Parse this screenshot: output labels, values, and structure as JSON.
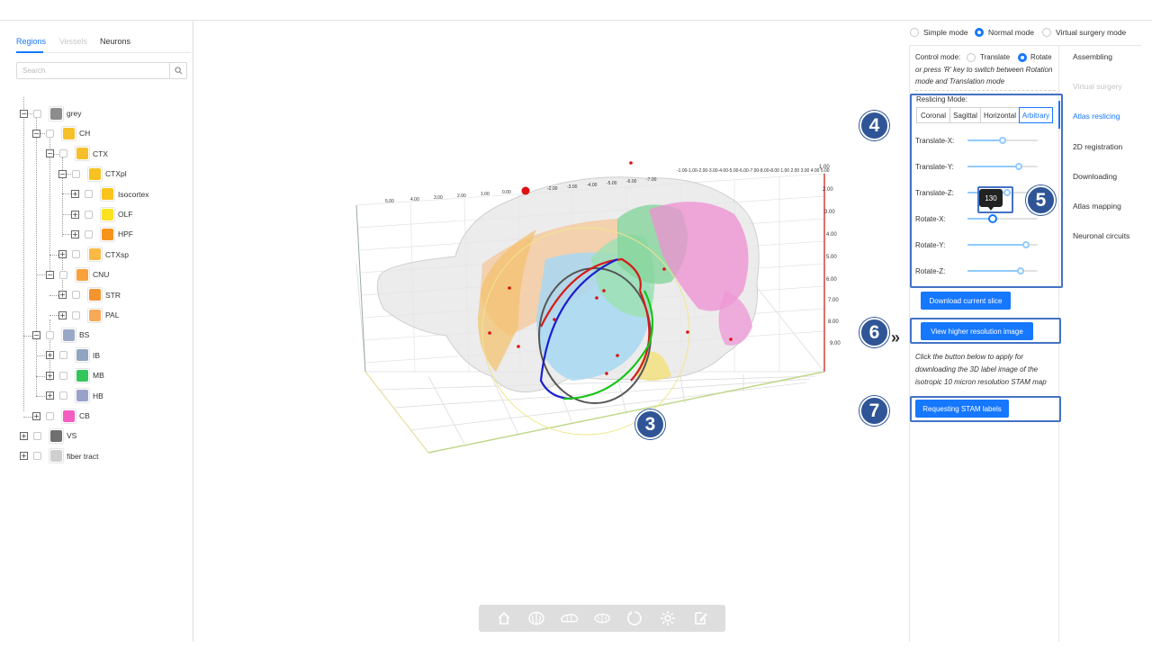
{
  "tabs": [
    {
      "label": "Regions",
      "state": "active"
    },
    {
      "label": "Vessels",
      "state": "disabled"
    },
    {
      "label": "Neurons",
      "state": "normal"
    }
  ],
  "search": {
    "placeholder": "Search"
  },
  "tree": [
    {
      "label": "grey",
      "color": "#8c8c8c",
      "expander": "minus"
    },
    {
      "label": "CH",
      "color": "#f5c02a",
      "expander": "minus"
    },
    {
      "label": "CTX",
      "color": "#f5c02a",
      "expander": "minus"
    },
    {
      "label": "CTXpl",
      "color": "#f7c121",
      "expander": "minus"
    },
    {
      "label": "Isocortex",
      "color": "#f9c31c",
      "expander": "plus"
    },
    {
      "label": "OLF",
      "color": "#fbe120",
      "expander": "plus"
    },
    {
      "label": "HPF",
      "color": "#f7931a",
      "expander": "plus"
    },
    {
      "label": "CTXsp",
      "color": "#f9b945",
      "expander": "plus"
    },
    {
      "label": "CNU",
      "color": "#f7a23b",
      "expander": "minus"
    },
    {
      "label": "STR",
      "color": "#f6942f",
      "expander": "plus"
    },
    {
      "label": "PAL",
      "color": "#f8a957",
      "expander": "plus"
    },
    {
      "label": "BS",
      "color": "#99a8c6",
      "expander": "minus"
    },
    {
      "label": "IB",
      "color": "#93a4c1",
      "expander": "plus"
    },
    {
      "label": "MB",
      "color": "#33c65a",
      "expander": "plus"
    },
    {
      "label": "HB",
      "color": "#9aa2c9",
      "expander": "plus"
    },
    {
      "label": "CB",
      "color": "#f25ec0",
      "expander": "plus"
    },
    {
      "label": "VS",
      "color": "#707070",
      "expander": "plus"
    },
    {
      "label": "fiber tract",
      "color": "#cfcfcf",
      "expander": "plus"
    }
  ],
  "modes": [
    {
      "label": "Simple mode",
      "selected": false
    },
    {
      "label": "Normal mode",
      "selected": true
    },
    {
      "label": "Virtual surgery mode",
      "selected": false
    }
  ],
  "control": {
    "label": "Control mode:",
    "options": [
      {
        "label": "Translate",
        "selected": false
      },
      {
        "label": "Rotate",
        "selected": true
      }
    ],
    "hint_line1": "or press 'R' key to switch between Rotation",
    "hint_line2": "mode and Translation mode"
  },
  "reslicing": {
    "label": "Reslicing Mode:",
    "modes": [
      {
        "label": "Coronal",
        "selected": false
      },
      {
        "label": "Sagittal",
        "selected": false
      },
      {
        "label": "Horizontal",
        "selected": false
      },
      {
        "label": "Arbitrary",
        "selected": true
      }
    ],
    "sliders": [
      {
        "label": "Translate-X:",
        "value": 0.5
      },
      {
        "label": "Translate-Y:",
        "value": 0.73
      },
      {
        "label": "Translate-Z:",
        "value": 0.57
      },
      {
        "label": "Rotate-X:",
        "value": 0.36
      },
      {
        "label": "Rotate-Y:",
        "value": 0.83
      },
      {
        "label": "Rotate-Z:",
        "value": 0.76
      }
    ],
    "tooltip_value": "130"
  },
  "buttons": {
    "download_slice": "Download current slice",
    "higher_res": "View higher resolution image",
    "request_labels": "Requesting STAM labels"
  },
  "note": {
    "line1": "Click the button below to apply for",
    "line2": "downloading the 3D label image of the",
    "line3": "isotropic 10 micron resolution STAM map"
  },
  "menu": [
    {
      "label": "Assembling",
      "state": "normal"
    },
    {
      "label": "Virtual surgery",
      "state": "disabled"
    },
    {
      "label": "Atlas reslicing",
      "state": "active"
    },
    {
      "label": "2D registration",
      "state": "normal"
    },
    {
      "label": "Downloading",
      "state": "normal"
    },
    {
      "label": "Atlas mapping",
      "state": "normal"
    },
    {
      "label": "Neuronal circuits",
      "state": "normal"
    }
  ],
  "axes": {
    "x_ticks": [
      "5.00",
      "4.00",
      "3.00",
      "2.00",
      "1.00",
      "0.00",
      "-2.00",
      "-3.00",
      "-4.00",
      "-5.00",
      "-6.00",
      "-7.00"
    ],
    "top_ticks": "-1.00-1.00-2.00-3.00-4.00-5.00-6.00-7.00-8.00-8.00 1.00 2.00 3.00 4.00 5.00",
    "y_ticks": [
      "1.00",
      "2.00",
      "3.00",
      "4.00",
      "5.00",
      "6.00",
      "7.00",
      "8.00",
      "9.00"
    ]
  },
  "annotations": [
    "3",
    "4",
    "5",
    "6",
    "7"
  ],
  "icons": [
    "home-icon",
    "brain-coronal-icon",
    "brain-sagittal-icon",
    "brain-horizontal-icon",
    "reset-icon",
    "settings-icon",
    "edit-icon"
  ],
  "colors": {
    "accent": "#1677ff",
    "annotation": "#2f5597",
    "annotation_box": "#4472c4"
  }
}
